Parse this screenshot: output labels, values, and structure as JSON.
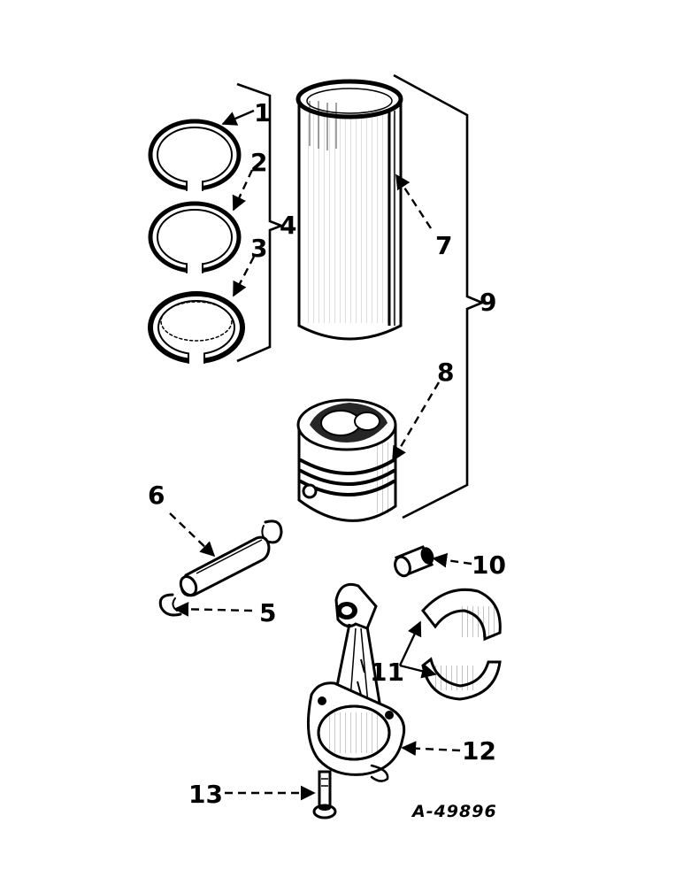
{
  "callouts": {
    "c1": "1",
    "c2": "2",
    "c3": "3",
    "c4": "4",
    "c5": "5",
    "c6": "6",
    "c7": "7",
    "c8": "8",
    "c9": "9",
    "c10": "10",
    "c11": "11",
    "c12": "12",
    "c13": "13"
  },
  "drawing_id": "A-49896"
}
